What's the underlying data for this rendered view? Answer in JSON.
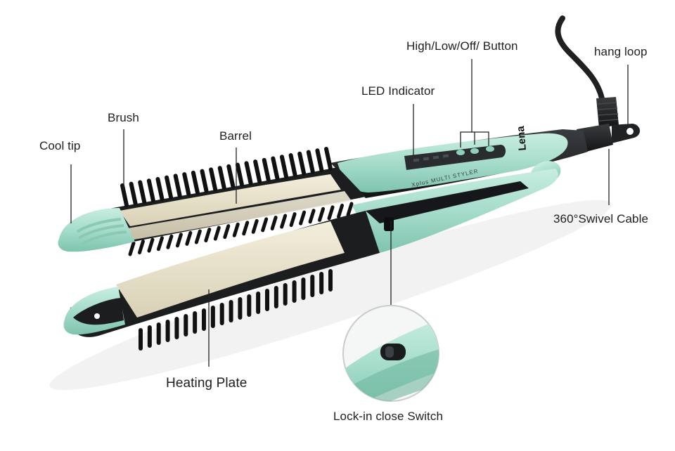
{
  "colors": {
    "mint": "#a6dccb",
    "mint_dark": "#7fc4ae",
    "body_black": "#1b1d1f",
    "plate": "#e9e3cf",
    "leader_line": "#222222"
  },
  "labels": {
    "cool_tip": "Cool tip",
    "brush": "Brush",
    "barrel": "Barrel",
    "led_indicator": "LED Indicator",
    "high_low_off_button": "High/Low/Off/ Button",
    "hang_loop": "hang loop",
    "swivel_cable": "360°Swivel Cable",
    "heating_plate": "Heating Plate",
    "lock_in_close_switch": "Lock-in close Switch"
  },
  "product_text": {
    "model": "Xplus MULTI STYLER",
    "brand_logo": "Lena"
  }
}
